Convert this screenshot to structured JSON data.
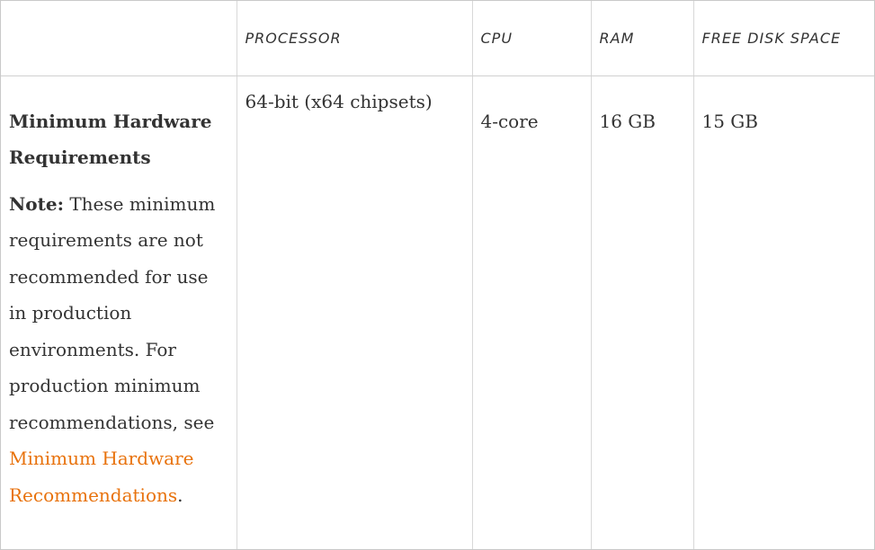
{
  "table": {
    "headers": {
      "empty": "",
      "processor": "PROCESSOR",
      "cpu": "CPU",
      "ram": "RAM",
      "disk": "FREE DISK SPACE"
    },
    "row": {
      "heading": "Minimum Hardware Requirements",
      "note_label": "Note:",
      "note_text": "These minimum requirements are not recommended for use in production environments. For production minimum recommendations, see",
      "link_text": "Minimum Hardware Recommendations",
      "trailing": ".",
      "processor": "64-bit (x64 chipsets)",
      "cpu": "4-core",
      "ram": "16 GB",
      "disk": "15 GB"
    }
  },
  "colors": {
    "link": "#e8720c",
    "text": "#333333",
    "border": "#d8d8d8"
  }
}
